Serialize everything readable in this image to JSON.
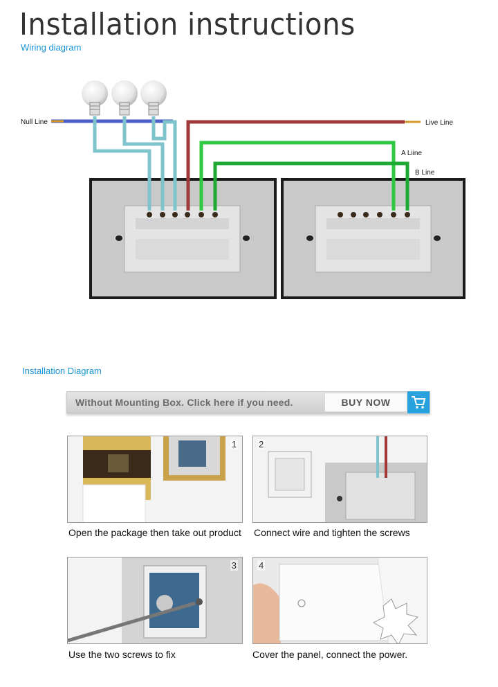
{
  "header": {
    "title": "Installation instructions",
    "wiring_subtitle": "Wiring diagram",
    "install_subtitle": "Installation Diagram"
  },
  "wiring": {
    "null_label": "Null Line",
    "live_label": "Live Line",
    "a_label": "A Liine",
    "b_label": "B Line"
  },
  "banner": {
    "text": "Without Mounting Box. Click here if you need.",
    "buy_label": "BUY NOW",
    "cart_icon": "cart-icon"
  },
  "steps": [
    {
      "number": "1",
      "caption": "Open the package then take out product"
    },
    {
      "number": "2",
      "caption": "Connect wire and tighten the screws"
    },
    {
      "number": "3",
      "caption": "Use the two screws to fix"
    },
    {
      "number": "4",
      "caption": "Cover the panel, connect the power."
    }
  ],
  "colors": {
    "accent": "#1a94d6",
    "null_wire": "#4a5fc7",
    "live_wire": "#a03a3a",
    "lamp_wire": "#7fc4cc",
    "switch_wire": "#2ec842",
    "buy_cart": "#27a2dd"
  }
}
